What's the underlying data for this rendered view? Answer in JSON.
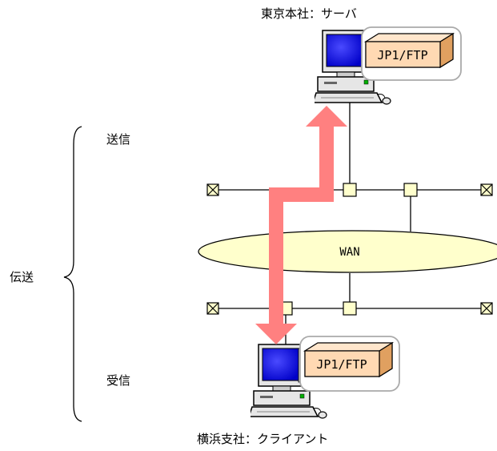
{
  "top_site": {
    "label": "東京本社：サーバ",
    "software": "JP1/FTP"
  },
  "bottom_site": {
    "label": "横浜支社：クライアント",
    "software": "JP1/FTP"
  },
  "network": {
    "label": "WAN"
  },
  "transfer": {
    "label": "伝送",
    "send_label": "送信",
    "receive_label": "受信"
  },
  "colors": {
    "arrow": "#ff8080",
    "wan_fill": "#ffffcc",
    "box_fill": "#ffd9b3",
    "screen": "#1a1aff"
  }
}
